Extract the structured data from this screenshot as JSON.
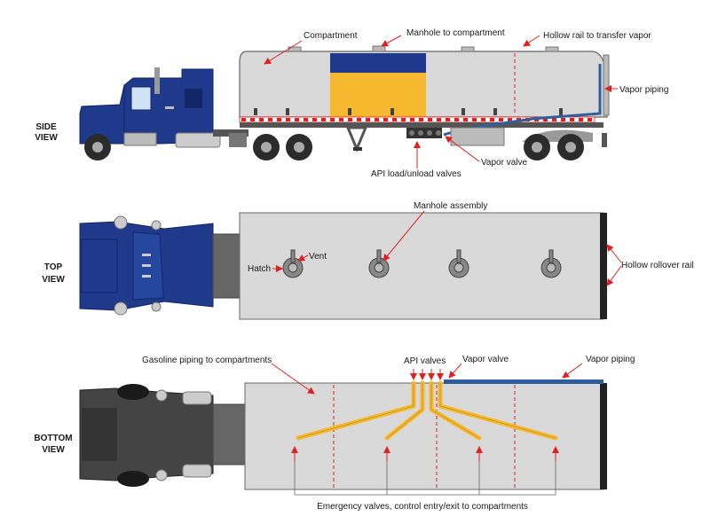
{
  "colors": {
    "tank": "#d9d9d9",
    "tank_stroke": "#666666",
    "cab": "#1f3a8a",
    "cab_dark": "#132766",
    "gold": "#f5b82e",
    "pipe_blue": "#2e5e9e",
    "red": "#e02020",
    "chassis": "#555555",
    "tire": "#2b2b2b"
  },
  "views": {
    "side": [
      "SIDE",
      "VIEW"
    ],
    "top": [
      "TOP",
      "VIEW"
    ],
    "bottom": [
      "BOTTOM",
      "VIEW"
    ]
  },
  "labels": {
    "compartment": "Compartment",
    "manhole_to_compartment": "Manhole to compartment",
    "hollow_rail_vapor": "Hollow rail to transfer vapor",
    "vapor_piping_side": "Vapor piping",
    "vapor_valve_side": "Vapor valve",
    "api_load_unload": "API load/unload valves",
    "manhole_assembly": "Manhole assembly",
    "vent": "Vent",
    "hatch": "Hatch",
    "hollow_rollover_rail": "Hollow rollover rail",
    "gasoline_piping": "Gasoline piping to compartments",
    "api_valves": "API valves",
    "vapor_valve_bottom": "Vapor valve",
    "vapor_piping_bottom": "Vapor piping",
    "emergency_valves": "Emergency valves, control entry/exit to compartments"
  }
}
